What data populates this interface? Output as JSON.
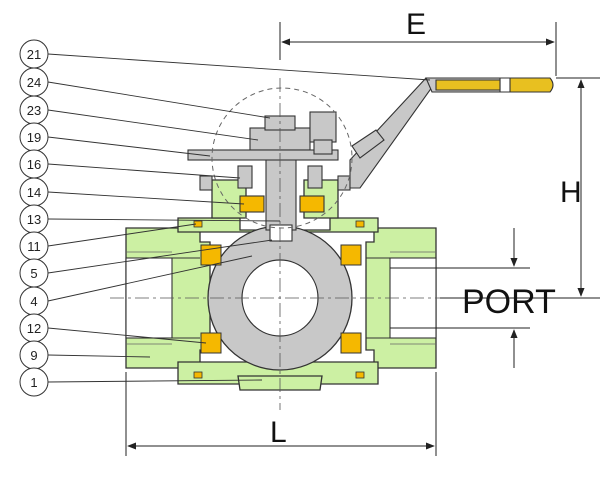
{
  "colors": {
    "body": "#ccf0a3",
    "seal": "#f5b800",
    "steel": "#c8c8c8",
    "line": "#333333",
    "handle_grip": "#e8c020"
  },
  "dimensions": {
    "E": "E",
    "H": "H",
    "L": "L",
    "PORT": "PORT"
  },
  "callouts": [
    {
      "num": "21"
    },
    {
      "num": "24"
    },
    {
      "num": "23"
    },
    {
      "num": "19"
    },
    {
      "num": "16"
    },
    {
      "num": "14"
    },
    {
      "num": "13"
    },
    {
      "num": "11"
    },
    {
      "num": "5"
    },
    {
      "num": "4"
    },
    {
      "num": "12"
    },
    {
      "num": "9"
    },
    {
      "num": "1"
    }
  ]
}
